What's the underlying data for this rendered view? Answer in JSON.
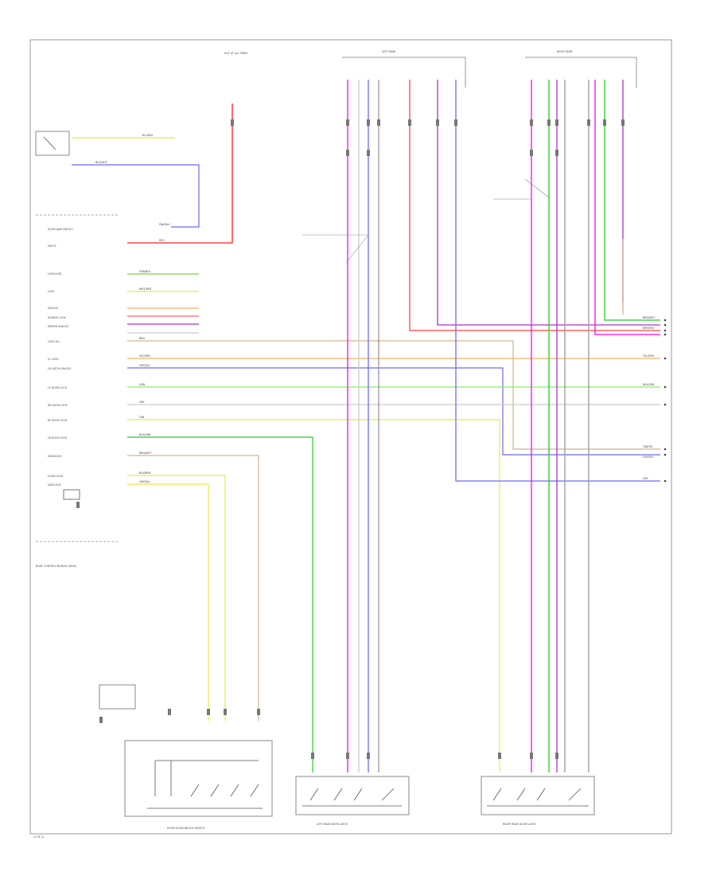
{
  "colors": {
    "red": "#ff4444",
    "blue": "#6a6aff",
    "magenta": "#ff00ff",
    "purple": "#aa33cc",
    "green": "#22cc22",
    "lightgreen": "#88ee66",
    "yellow": "#e8e84a",
    "tan": "#d2b48c",
    "orange": "#ffb060",
    "gray": "#999999",
    "black": "#222222"
  },
  "components": {
    "left_rear_latch": "LEFT REAR DOOR LATCH",
    "right_rear_latch": "RIGHT REAR DOOR LATCH",
    "door_lock_switch": "DOOR LOCK/UNLOCK SWITCH",
    "left_rear_door_header": "LEFT REAR",
    "right_rear_door_header": "RIGHT REAR",
    "hot_at_all_times": "HOT AT ALL TIMES",
    "bcm_label": "BODY CONTROL MODULE (BCM)",
    "left_footer": "(1 OF 2)"
  },
  "bcm_pins": [
    "DOOR AJAR SWITCH",
    "IGN ST",
    "LOCK(LHD)",
    "LOCK",
    "UNLOCK",
    "DOUBLE LOCK",
    "DRIVER UNLOCK",
    "LOCK ALL",
    "CL LOCK",
    "LR LATCH UNLOCK",
    "LF DOOR LOCK",
    "RR DOOR LOCK",
    "RF DOOR LOCK",
    "LR DOOR LOCK",
    "DEADLOCK",
    "CHILD LOCK",
    "SAFELOCK"
  ],
  "wire_labels": [
    "YEL/GRN",
    "BLU/WHT",
    "RED",
    "PNK/BLU",
    "GRN/BLK",
    "WHT/RED",
    "BRN",
    "VIO/GRN",
    "GRN",
    "TAN",
    "GRY",
    "BLK/GRN",
    "GRY/BLU",
    "BRN/WHT",
    "BLU/BRN",
    "GRY/BLU"
  ],
  "right_tags": [
    "BRN/WHT",
    "YEL/GRN",
    "BLK/GRN",
    "TAN/YEL",
    "GRY/BLU",
    "BRN/RED",
    "GRY"
  ]
}
